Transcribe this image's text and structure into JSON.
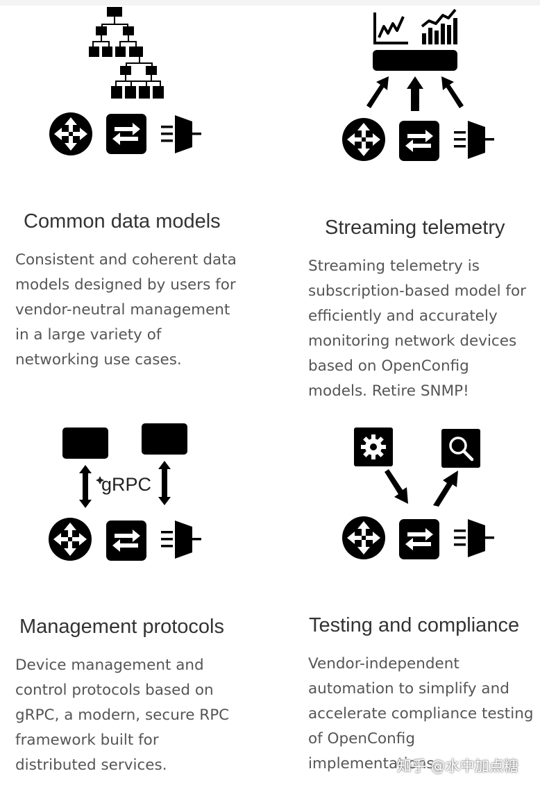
{
  "features": [
    {
      "title": "Common data models",
      "description": [
        "Consistent and coherent data",
        "models designed by users for",
        "vendor-neutral management",
        "in a large variety of",
        "networking use cases."
      ]
    },
    {
      "title": "Streaming telemetry",
      "description": [
        "Streaming telemetry is",
        "subscription-based model for",
        "efficiently and accurately",
        "monitoring network devices",
        "based on OpenConfig",
        "models. Retire SNMP!"
      ]
    },
    {
      "title": "Management protocols",
      "icon_label": "gRPC",
      "description": [
        "Device management and",
        "control protocols based on",
        "gRPC, a modern, secure RPC",
        "framework built for",
        "distributed services."
      ]
    },
    {
      "title": "Testing and compliance",
      "description": [
        "Vendor-independent",
        "automation to simplify and",
        "accelerate compliance testing",
        "of OpenConfig",
        "implementations."
      ]
    }
  ],
  "watermark": "知乎 @水中加点糖",
  "icon_names": [
    "hierarchy-tree-icon",
    "router-icon",
    "switch-icon",
    "firewall-icon",
    "line-chart-icon",
    "bar-chart-icon",
    "collector-icon",
    "arrow-up-icon",
    "grpc-icon",
    "server-icon",
    "gear-icon",
    "search-icon"
  ],
  "colors": {
    "icon": "#000000",
    "title": "#333333",
    "text": "#555555"
  }
}
